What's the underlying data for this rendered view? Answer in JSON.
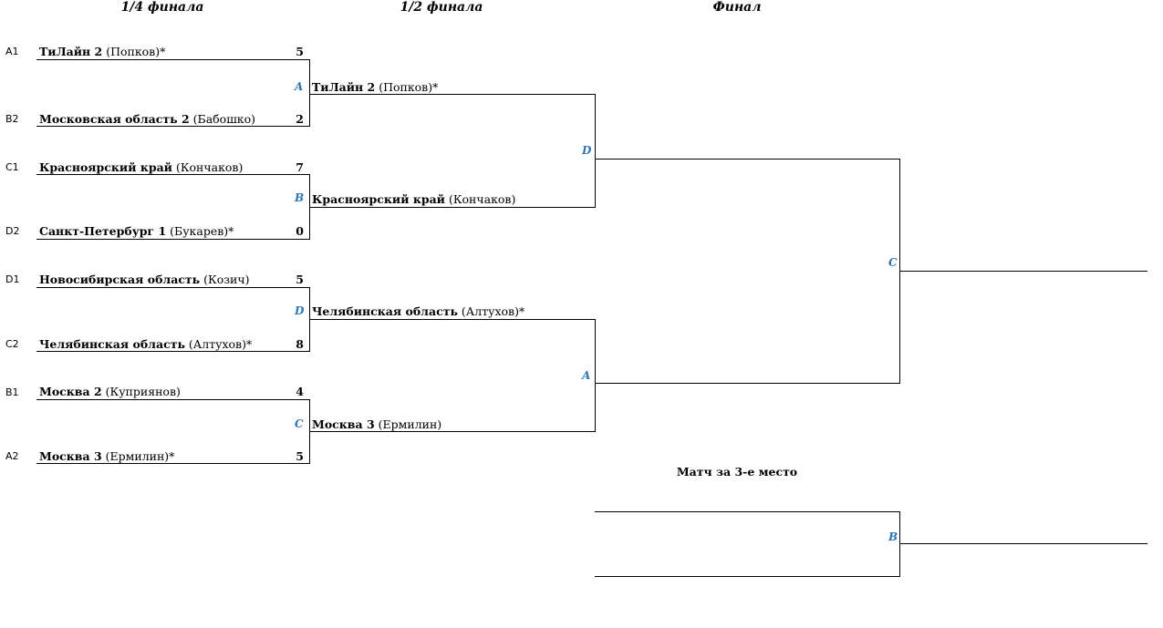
{
  "headers": {
    "quarter": "1/4 финала",
    "semi": "1/2 финала",
    "final": "Финал"
  },
  "quarterfinals": [
    {
      "seed": "A1",
      "name": "ТиЛайн 2",
      "coach": "(Попков)*",
      "score": "5"
    },
    {
      "seed": "B2",
      "name": "Московская область 2",
      "coach": "(Бабошко)",
      "score": "2"
    },
    {
      "seed": "C1",
      "name": "Красноярский край",
      "coach": "(Кончаков)",
      "score": "7"
    },
    {
      "seed": "D2",
      "name": "Санкт-Петербург 1",
      "coach": "(Букарев)*",
      "score": "0"
    },
    {
      "seed": "D1",
      "name": "Новосибирская область",
      "coach": "(Козич)",
      "score": "5"
    },
    {
      "seed": "C2",
      "name": "Челябинская область",
      "coach": "(Алтухов)*",
      "score": "8"
    },
    {
      "seed": "B1",
      "name": "Москва 2",
      "coach": "(Куприянов)",
      "score": "4"
    },
    {
      "seed": "A2",
      "name": "Москва 3",
      "coach": "(Ермилин)*",
      "score": "5"
    }
  ],
  "qf_codes": [
    "A",
    "B",
    "D",
    "C"
  ],
  "semifinals": [
    {
      "name": "ТиЛайн 2",
      "coach": "(Попков)*"
    },
    {
      "name": "Красноярский край",
      "coach": "(Кончаков)"
    },
    {
      "name": "Челябинская область",
      "coach": "(Алтухов)*"
    },
    {
      "name": "Москва 3",
      "coach": "(Ермилин)"
    }
  ],
  "sf_codes": [
    "D",
    "A"
  ],
  "final_code": "C",
  "third_place": {
    "title": "Матч за 3-е место",
    "code": "B"
  },
  "code_color": "#2e75b6"
}
